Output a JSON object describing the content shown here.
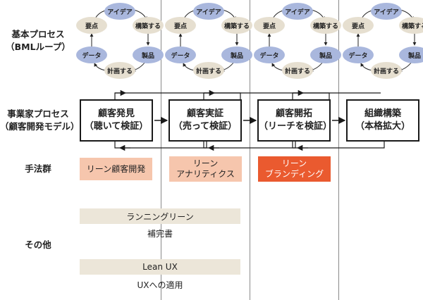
{
  "row_labels": {
    "basic_process": "基本プロセス\n（BMLループ）",
    "entrepreneur_process": "事業家プロセス\n（顧客開発モデル）",
    "methods": "手法群",
    "other": "その他"
  },
  "bml_nodes": {
    "idea": "アイデア",
    "build": "構築する",
    "product": "製品",
    "measure": "計画する",
    "data": "データ",
    "learn": "要点"
  },
  "stages": [
    {
      "title": "顧客発見",
      "sub": "（聴いて検証）"
    },
    {
      "title": "顧客実証",
      "sub": "（売って検証）"
    },
    {
      "title": "顧客開拓",
      "sub": "（リーチを検証）"
    },
    {
      "title": "組織構築",
      "sub": "（本格拡大）"
    }
  ],
  "methods": {
    "m1": "リーン顧客開発",
    "m2": "リーン\nアナリティクス",
    "m3": "リーン\nブランディング"
  },
  "other": {
    "bar1": "ランニングリーン",
    "sub1": "補完書",
    "bar2": "Lean UX",
    "sub2": "UXへの適用"
  },
  "colors": {
    "node_blue": "#a9b7dd",
    "node_beige": "#e6dfd0",
    "method_pink": "#f6c6ad",
    "method_orange": "#ea5a2f",
    "bar_beige": "#ece6d9"
  }
}
